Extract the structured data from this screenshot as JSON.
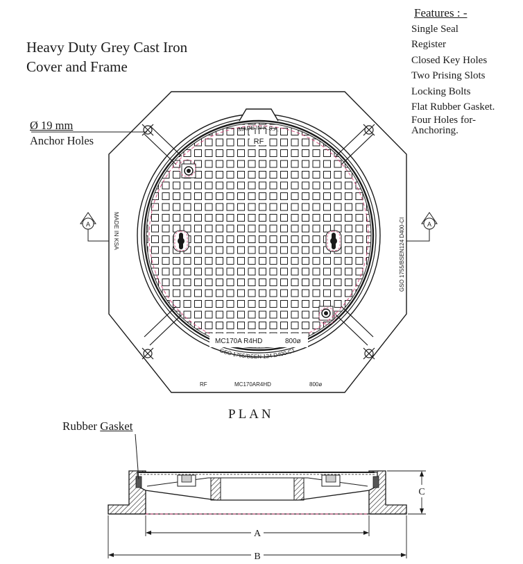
{
  "title": {
    "line1": "Heavy Duty Grey Cast Iron",
    "line2": "Cover and Frame"
  },
  "features": {
    "heading": "Features : -",
    "items": [
      "Single Seal",
      "Register",
      "Closed Key Holes",
      "Two Prising Slots",
      "Locking Bolts",
      "Flat Rubber Gasket.",
      "Four Holes for-",
      "Anchoring."
    ]
  },
  "anchor_label": {
    "line1": "Ø 19 mm",
    "line2": "Anchor Holes"
  },
  "cover_text": {
    "top_arc": "MADE IN K.S.A.",
    "rf": "RF",
    "model": "MC170A  R4HD",
    "size": "800ø",
    "bottom_arc": "GSO 1755/BSEN 124  D400-C1"
  },
  "frame_text": {
    "left_vertical": "MADE   IN   KSA",
    "right_vertical": "GSO 1755/BSEN124 D400-CI",
    "bottom_rf": "RF",
    "bottom_model": "MC170AR4HD",
    "bottom_size": "800ø"
  },
  "section_markers": {
    "left": "A",
    "right": "A"
  },
  "plan_label": "PLAN",
  "gasket_label": {
    "word1": "Rubber ",
    "word2": "Gasket"
  },
  "dimensions": {
    "a": "A",
    "b": "B",
    "c": "C"
  },
  "colors": {
    "ink": "#1a1a1a",
    "dash": "#d4457a"
  }
}
